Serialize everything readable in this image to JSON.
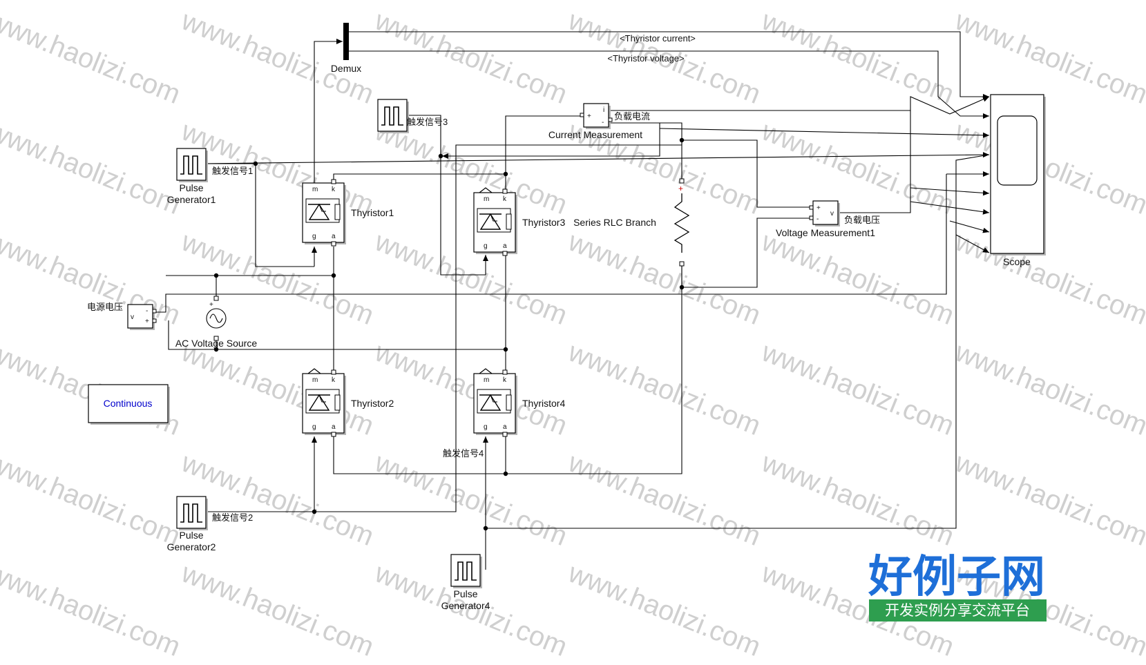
{
  "blocks": {
    "demux": "Demux",
    "pulse_gen_1": "Pulse\nGenerator1",
    "pulse_gen_2": "Pulse\nGenerator2",
    "pulse_gen_4": "Pulse\nGenerator4",
    "thyristor_1": "Thyristor1",
    "thyristor_2": "Thyristor2",
    "thyristor_3": "Thyristor3",
    "thyristor_4": "Thyristor4",
    "rlc": "Series RLC Branch",
    "current_meas": "Current Measurement",
    "voltage_meas": "Voltage Measurement1",
    "ac_source": "AC Voltage Source",
    "scope": "Scope",
    "continuous": "Continuous"
  },
  "signals": {
    "thyristor_current": "<Thyristor current>",
    "thyristor_voltage": "<Thyristor voltage>",
    "trigger_1": "触发信号1",
    "trigger_2": "触发信号2",
    "trigger_3": "触发信号3",
    "trigger_4": "触发信号4",
    "load_current": "负载电流",
    "load_voltage": "负载电压",
    "source_voltage": "电源电压"
  },
  "ports": {
    "m": "m",
    "k": "k",
    "g": "g",
    "a": "a",
    "v": "v",
    "i": "i",
    "plus": "+",
    "minus": "-"
  },
  "watermark": {
    "url": "www.haolizi.com",
    "logo_title": "好例子网",
    "logo_sub": "开发实例分享交流平台"
  },
  "colors": {
    "continuous_text": "#0000cc",
    "logo_blue": "#1e6fd8",
    "logo_green": "#2e9e4f"
  }
}
